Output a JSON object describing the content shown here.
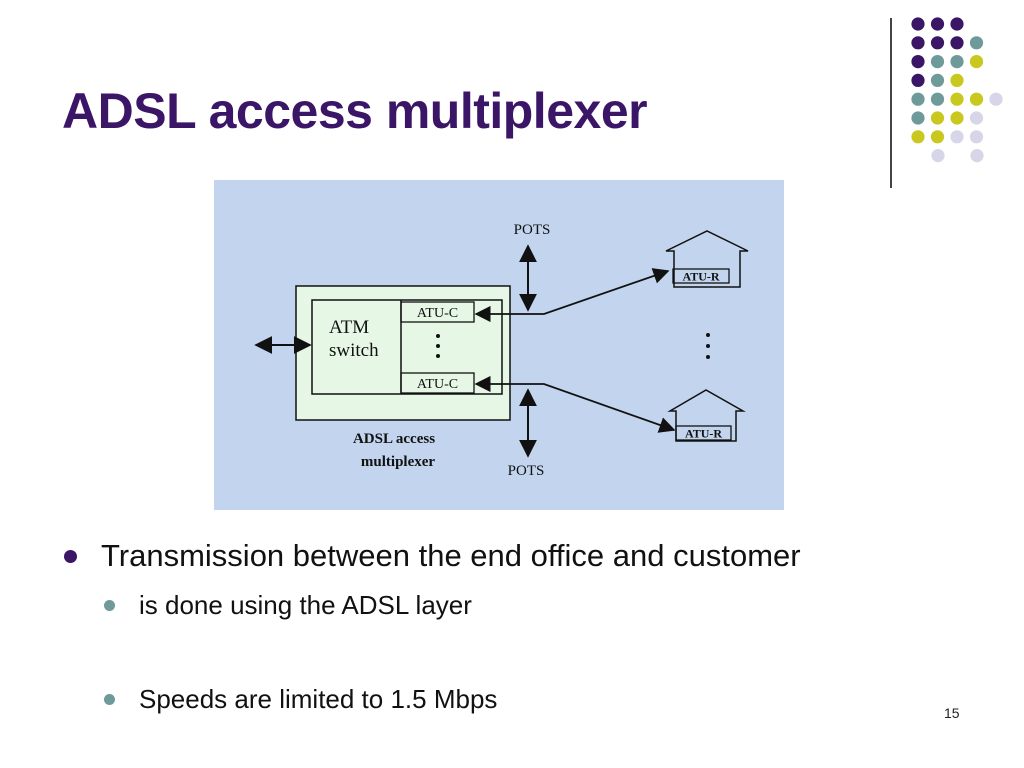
{
  "slide": {
    "title": "ADSL access multiplexer",
    "page_number": "15"
  },
  "diagram": {
    "pots_top": "POTS",
    "pots_bottom": "POTS",
    "atm_switch_line1": "ATM",
    "atm_switch_line2": "switch",
    "atu_c_top": "ATU-C",
    "atu_c_bottom": "ATU-C",
    "atu_r_top": "ATU-R",
    "atu_r_bottom": "ATU-R",
    "mux_label_line1": "ADSL access",
    "mux_label_line2": "multiplexer"
  },
  "bullets": [
    {
      "text": "Transmission between the end office and customer",
      "children": [
        {
          "text": "is done using the ADSL layer"
        },
        {
          "text": "Speeds are limited to 1.5 Mbps"
        }
      ]
    }
  ],
  "colors": {
    "title": "#3b1566",
    "figure_bg": "#c2d4ee",
    "mux_fill": "#e6f7e6",
    "bullet_main": "#3b1566",
    "bullet_sub": "#6f9a9a",
    "purple": "#3b1566",
    "teal": "#6f9a9a",
    "lime": "#c8c81e",
    "lavender": "#d6d6e8",
    "divider": "#444444"
  }
}
